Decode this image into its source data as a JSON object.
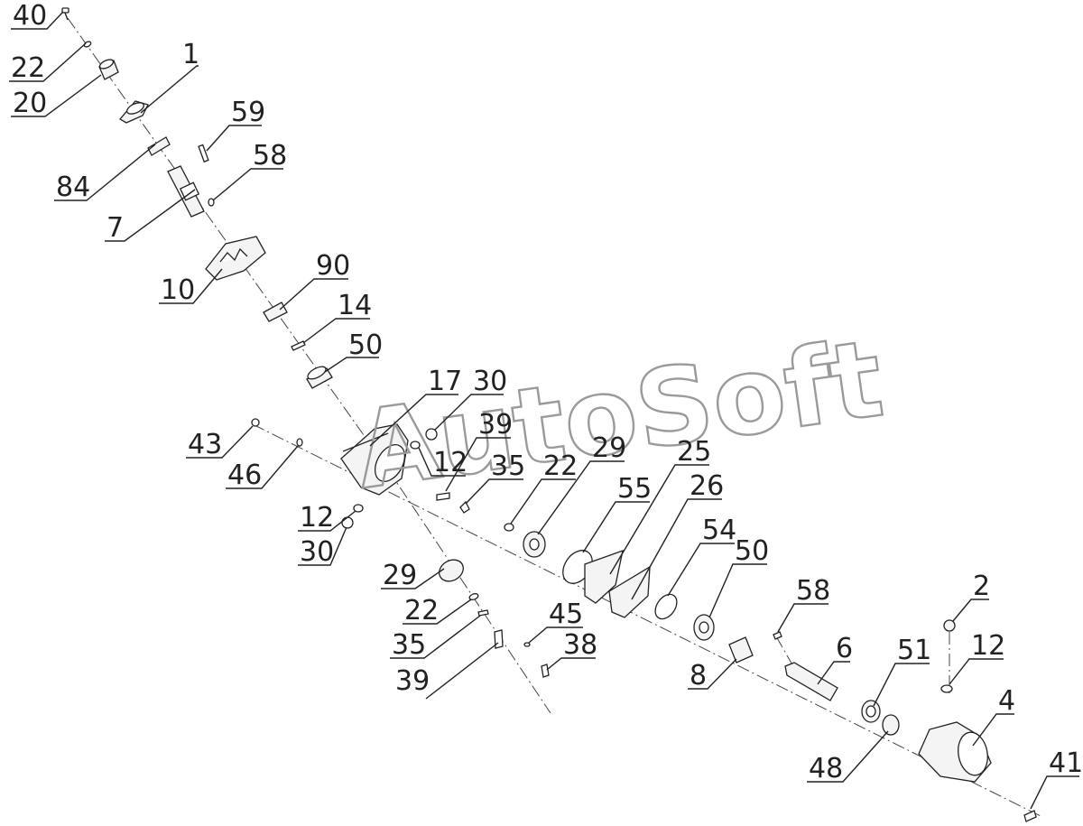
{
  "watermark": "AutoSoft",
  "labels": [
    {
      "key": "p40",
      "text": "40"
    },
    {
      "key": "p22a",
      "text": "22"
    },
    {
      "key": "p20",
      "text": "20"
    },
    {
      "key": "p1",
      "text": "1"
    },
    {
      "key": "p59",
      "text": "59"
    },
    {
      "key": "p58a",
      "text": "58"
    },
    {
      "key": "p84",
      "text": "84"
    },
    {
      "key": "p7",
      "text": "7"
    },
    {
      "key": "p10",
      "text": "10"
    },
    {
      "key": "p90",
      "text": "90"
    },
    {
      "key": "p14",
      "text": "14"
    },
    {
      "key": "p50a",
      "text": "50"
    },
    {
      "key": "p17",
      "text": "17"
    },
    {
      "key": "p30a",
      "text": "30"
    },
    {
      "key": "p39a",
      "text": "39"
    },
    {
      "key": "p12a",
      "text": "12"
    },
    {
      "key": "p35a",
      "text": "35"
    },
    {
      "key": "p43",
      "text": "43"
    },
    {
      "key": "p46",
      "text": "46"
    },
    {
      "key": "p12b",
      "text": "12"
    },
    {
      "key": "p30b",
      "text": "30"
    },
    {
      "key": "p22b",
      "text": "22"
    },
    {
      "key": "p29a",
      "text": "29"
    },
    {
      "key": "p25",
      "text": "25"
    },
    {
      "key": "p55",
      "text": "55"
    },
    {
      "key": "p26",
      "text": "26"
    },
    {
      "key": "p54",
      "text": "54"
    },
    {
      "key": "p50b",
      "text": "50"
    },
    {
      "key": "p58b",
      "text": "58"
    },
    {
      "key": "p2",
      "text": "2"
    },
    {
      "key": "p29b",
      "text": "29"
    },
    {
      "key": "p22c",
      "text": "22"
    },
    {
      "key": "p45",
      "text": "45"
    },
    {
      "key": "p35b",
      "text": "35"
    },
    {
      "key": "p38",
      "text": "38"
    },
    {
      "key": "p39b",
      "text": "39"
    },
    {
      "key": "p8",
      "text": "8"
    },
    {
      "key": "p6",
      "text": "6"
    },
    {
      "key": "p51",
      "text": "51"
    },
    {
      "key": "p12c",
      "text": "12"
    },
    {
      "key": "p4",
      "text": "4"
    },
    {
      "key": "p48",
      "text": "48"
    },
    {
      "key": "p41",
      "text": "41"
    }
  ]
}
